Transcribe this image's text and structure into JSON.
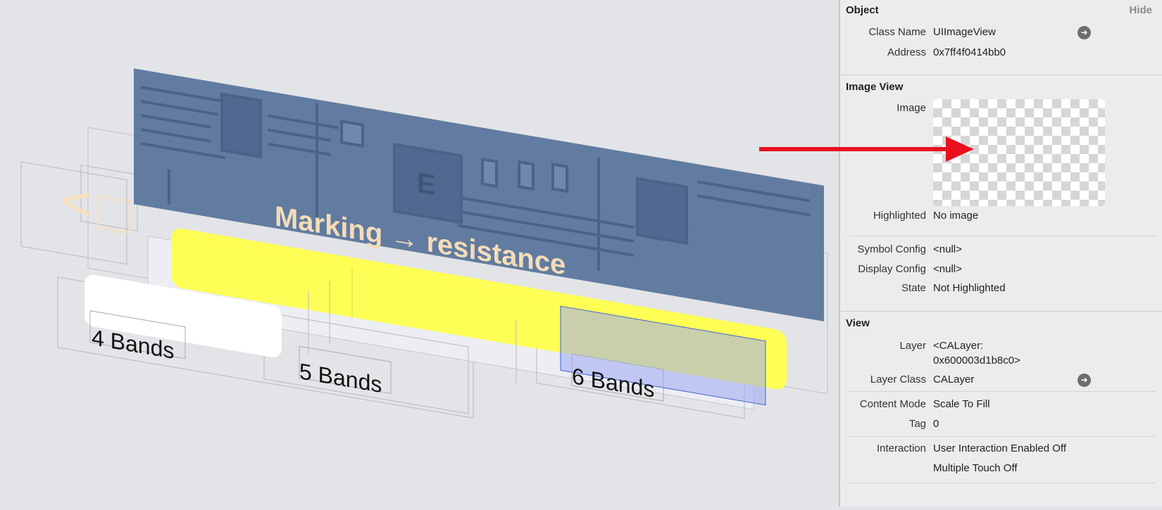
{
  "canvas": {
    "title_label": "Marking → resistance",
    "segments": [
      "4 Bands",
      "5 Bands",
      "6 Bands"
    ],
    "back_glyph": "<",
    "chip_letter": "E"
  },
  "inspector": {
    "object": {
      "title": "Object",
      "hide": "Hide",
      "rows": [
        {
          "label": "Class Name",
          "value": "UIImageView"
        },
        {
          "label": "Address",
          "value": "0x7ff4f0414bb0"
        }
      ]
    },
    "image_view": {
      "title": "Image View",
      "image_label": "Image",
      "rows": [
        {
          "label": "Highlighted",
          "value": "No image"
        },
        {
          "label": "Symbol Config",
          "value": "<null>"
        },
        {
          "label": "Display Config",
          "value": "<null>"
        },
        {
          "label": "State",
          "value": "Not Highlighted"
        }
      ]
    },
    "view": {
      "title": "View",
      "layer_label": "Layer",
      "layer_value_1": "<CALayer:",
      "layer_value_2": "0x600003d1b8c0>",
      "rows": [
        {
          "label": "Layer Class",
          "value": "CALayer"
        },
        {
          "label": "Content Mode",
          "value": "Scale To Fill"
        },
        {
          "label": "Tag",
          "value": "0"
        },
        {
          "label": "Interaction",
          "value": "User Interaction Enabled Off"
        }
      ],
      "interaction_2": "Multiple Touch Off"
    }
  },
  "colors": {
    "accent": "#e8101f",
    "board": "#5a769c",
    "highlight": "#ffff4d"
  }
}
